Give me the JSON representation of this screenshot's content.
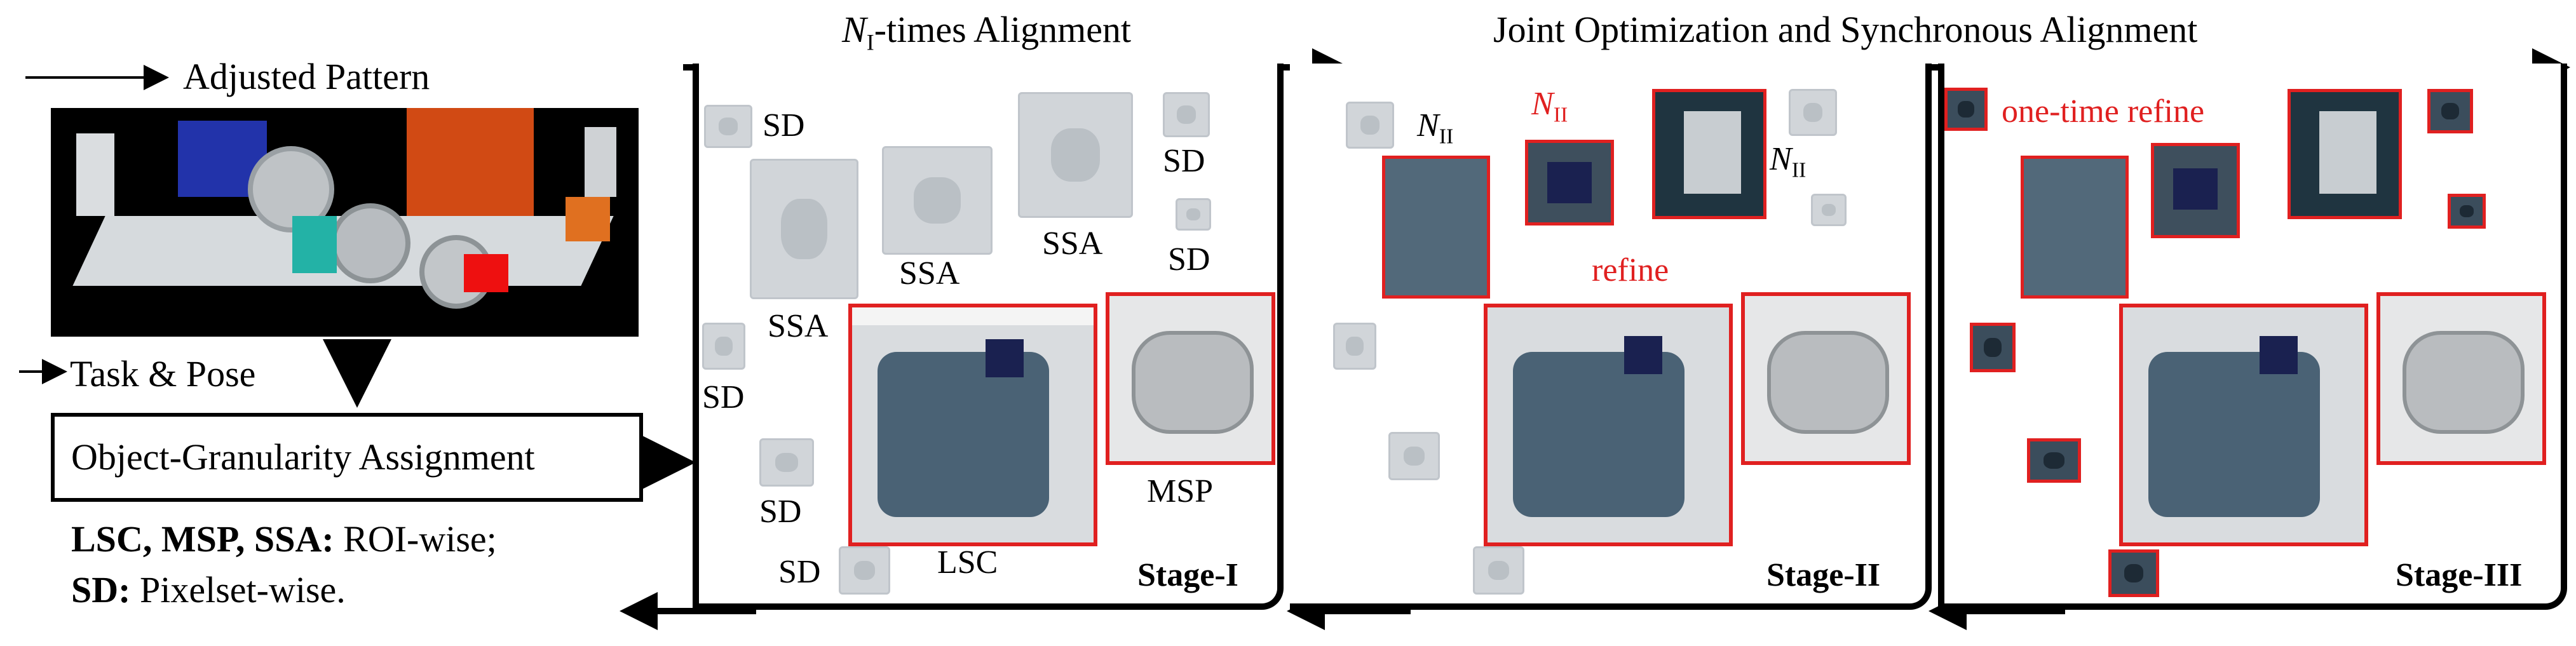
{
  "header": {
    "stage1_title_sym": "N",
    "stage1_title_sub": "I",
    "stage1_title_rest": "-times Alignment",
    "stage23_title": "Joint Optimization and Synchronous Alignment"
  },
  "left_panel": {
    "adjusted_pattern": "Adjusted Pattern",
    "task_pose": "Task & Pose",
    "assignment_box": "Object-Granularity Assignment",
    "legend_line1_bold": "LSC, MSP, SSA:",
    "legend_line1_rest": " ROI-wise;",
    "legend_line2_bold": "SD:",
    "legend_line2_rest": " Pixelset-wise."
  },
  "stage1": {
    "label": "Stage-I",
    "sd_labels": [
      "SD",
      "SD",
      "SD",
      "SD",
      "SD",
      "SD"
    ],
    "ssa_labels": [
      "SSA",
      "SSA",
      "SSA"
    ],
    "lsc_label": "LSC",
    "msp_label": "MSP"
  },
  "stage2": {
    "label": "Stage-II",
    "n_sym": "N",
    "n_sub": "II",
    "refine": "refine"
  },
  "stage3": {
    "label": "Stage-III",
    "one_time_refine": "one-time refine"
  },
  "colors": {
    "accent_red": "#e02020",
    "frame_black": "#000000",
    "faded_gray": "#c9ced3",
    "machine_blue": "#4a6275"
  }
}
